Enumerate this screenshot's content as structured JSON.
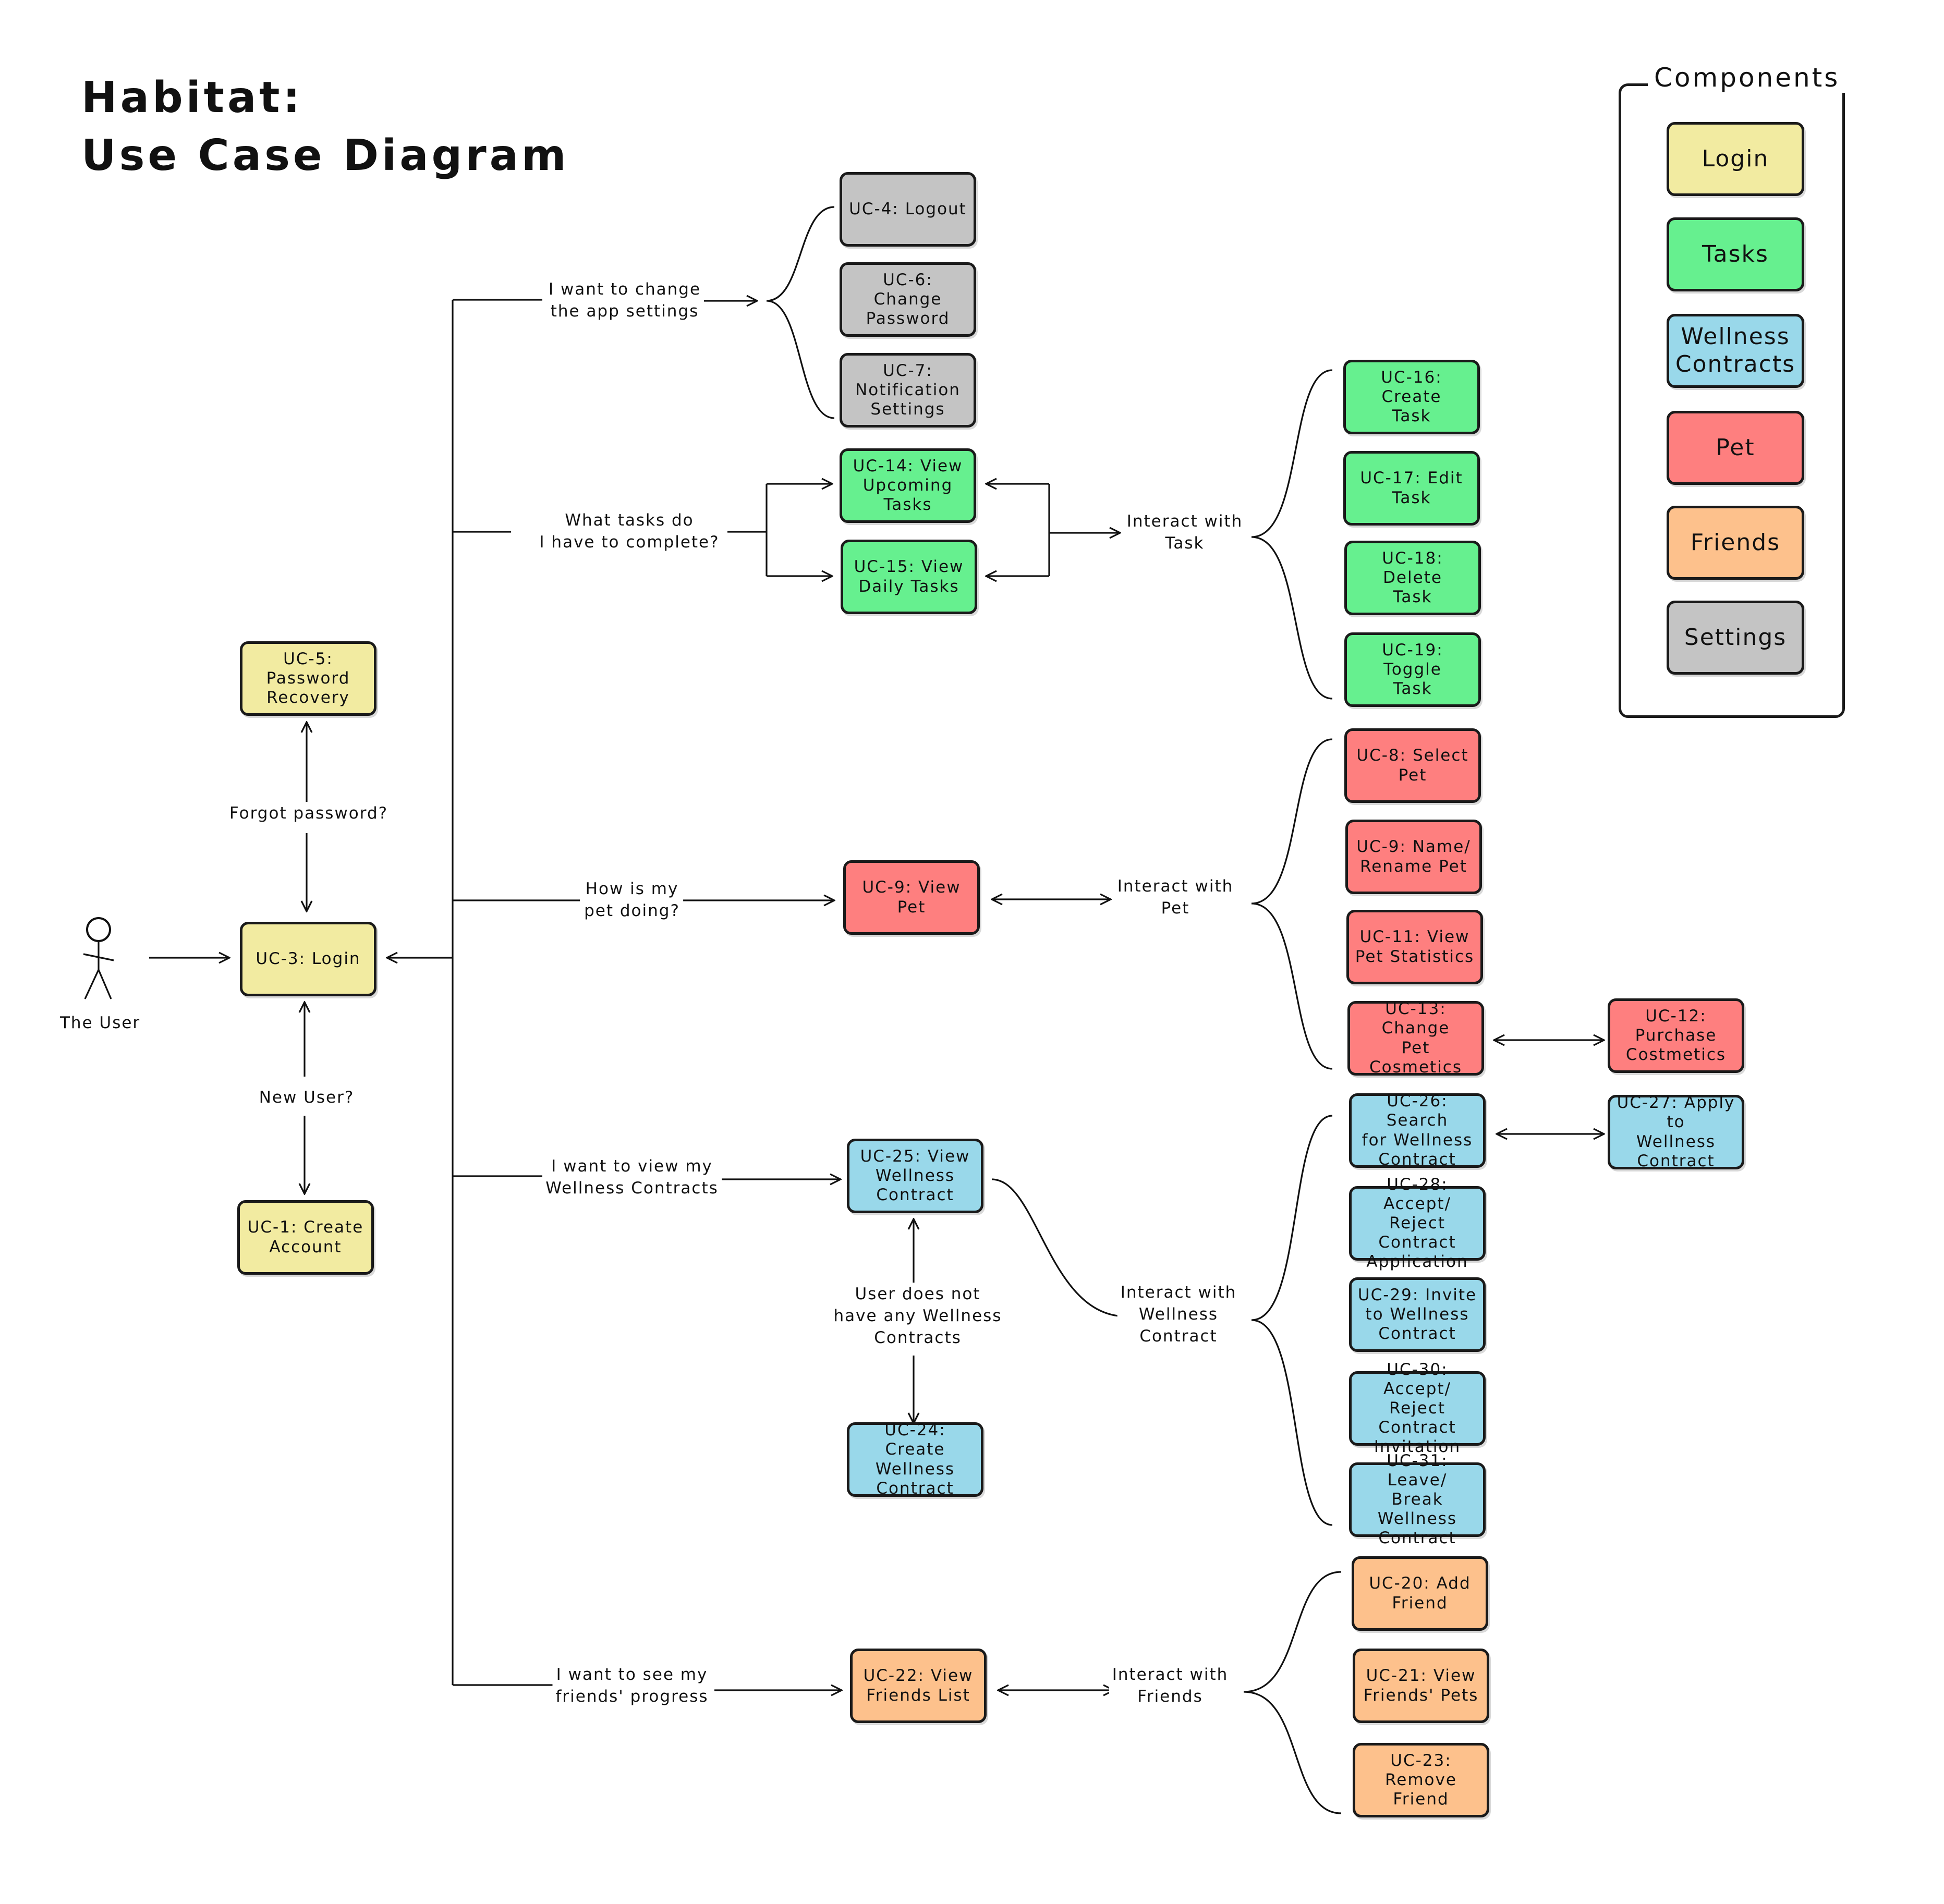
{
  "title_line1": "Habitat:",
  "title_line2": "Use Case Diagram",
  "actor_label": "The User",
  "colors": {
    "login": "#f2eba1",
    "tasks": "#66f08f",
    "wellness": "#99d8ea",
    "pet": "#fe7f7f",
    "friends": "#fdc18c",
    "settings": "#c4c4c4"
  },
  "legend": {
    "title": "Components",
    "items": [
      "Login",
      "Tasks",
      "Wellness\nContracts",
      "Pet",
      "Friends",
      "Settings"
    ]
  },
  "use_cases": {
    "uc1": "UC-1: Create\nAccount",
    "uc3": "UC-3: Login",
    "uc4": "UC-4: Logout",
    "uc5": "UC-5:\nPassword\nRecovery",
    "uc6": "UC-6: Change\nPassword",
    "uc7": "UC-7:\nNotification\nSettings",
    "uc8": "UC-8: Select\nPet",
    "uc9": "UC-9: Name/\nRename Pet",
    "uc9v": "UC-9: View\nPet",
    "uc11": "UC-11: View\nPet Statistics",
    "uc12": "UC-12:\nPurchase\nCostmetics",
    "uc13": "UC-13: Change\nPet Cosmetics",
    "uc14": "UC-14: View\nUpcoming\nTasks",
    "uc15": "UC-15: View\nDaily Tasks",
    "uc16": "UC-16: Create\nTask",
    "uc17": "UC-17: Edit\nTask",
    "uc18": "UC-18: Delete\nTask",
    "uc19": "UC-19: Toggle\nTask",
    "uc20": "UC-20: Add\nFriend",
    "uc21": "UC-21: View\nFriends' Pets",
    "uc22": "UC-22: View\nFriends List",
    "uc23": "UC-23:\nRemove\nFriend",
    "uc24": "UC-24: Create\nWellness\nContract",
    "uc25": "UC-25: View\nWellness\nContract",
    "uc26": "UC-26: Search\nfor Wellness\nContract",
    "uc27": "UC-27: Apply to\nWellness\nContract",
    "uc28": "UC-28: Accept/\nReject Contract\nApplication",
    "uc29": "UC-29: Invite\nto Wellness\nContract",
    "uc30": "UC-30: Accept/\nReject Contract\nInvitation",
    "uc31": "UC-31: Leave/\nBreak Wellness\nContract"
  },
  "labels": {
    "forgot": "Forgot password?",
    "new_user": "New User?",
    "settings_q": "I want to change\nthe app settings",
    "tasks_q": "What tasks do\nI have to complete?",
    "pet_q": "How is my\npet doing?",
    "wellness_q": "I want to view my\nWellness Contracts",
    "friends_q": "I want to see my\nfriends' progress",
    "interact_task": "Interact with\nTask",
    "interact_pet": "Interact with\nPet",
    "interact_wellness": "Interact with\nWellness\nContract",
    "interact_friends": "Interact with\nFriends",
    "no_contracts": "User does not\nhave any Wellness\nContracts"
  }
}
